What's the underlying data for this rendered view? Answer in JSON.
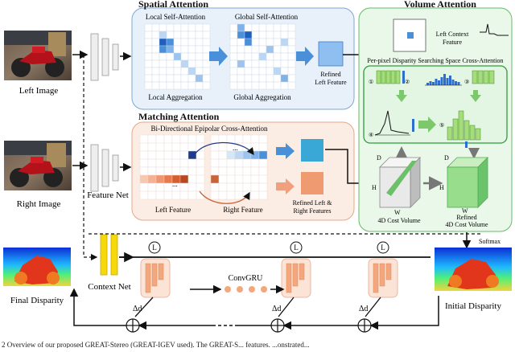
{
  "inputs": {
    "left_image_label": "Left Image",
    "right_image_label": "Right Image"
  },
  "modules": {
    "feature_net": "Feature Net",
    "context_net": "Context Net",
    "convgru": "ConvGRU",
    "softmax": "Softmax"
  },
  "spatial_attention": {
    "title": "Spatial Attention",
    "local_self_attention": "Local Self-Attention",
    "global_self_attention": "Global Self-Attention",
    "local_aggregation": "Local Aggregation",
    "global_aggregation": "Global Aggregation",
    "refined_left_feature_line1": "Refined",
    "refined_left_feature_line2": "Left Feature"
  },
  "matching_attention": {
    "title": "Matching Attention",
    "bi_directional": "Bi-Directional Epipolar Cross-Attention",
    "left_feature": "Left Feature",
    "right_feature": "Right Feature",
    "refined_lr_line1": "Refined Left &",
    "refined_lr_line2": "Right Features",
    "ellipsis": "..."
  },
  "volume_attention": {
    "title": "Volume Attention",
    "left_context_line1": "Left Context",
    "left_context_line2": "Feature",
    "per_pixel": "Per-pixel Disparity Searching Space Cross-Attention",
    "axis_d": "D",
    "axis_h": "H",
    "axis_w": "W",
    "cost_volume": "4D Cost Volume",
    "refined": "Refined",
    "refined_cost_volume": "4D Cost Volume",
    "step_labels": [
      "①",
      "②",
      "③",
      "④",
      "⑤"
    ]
  },
  "outputs": {
    "final_disparity": "Final Disparity",
    "initial_disparity": "Initial Disparity"
  },
  "ops": {
    "lookup": "L",
    "delta_d": "Δd",
    "plus": "+"
  },
  "caption_fragment": "2  Overview of our proposed GREAT-Stereo (GREAT-IGEV used). The GREAT-S... features. ...onstrated..."
}
